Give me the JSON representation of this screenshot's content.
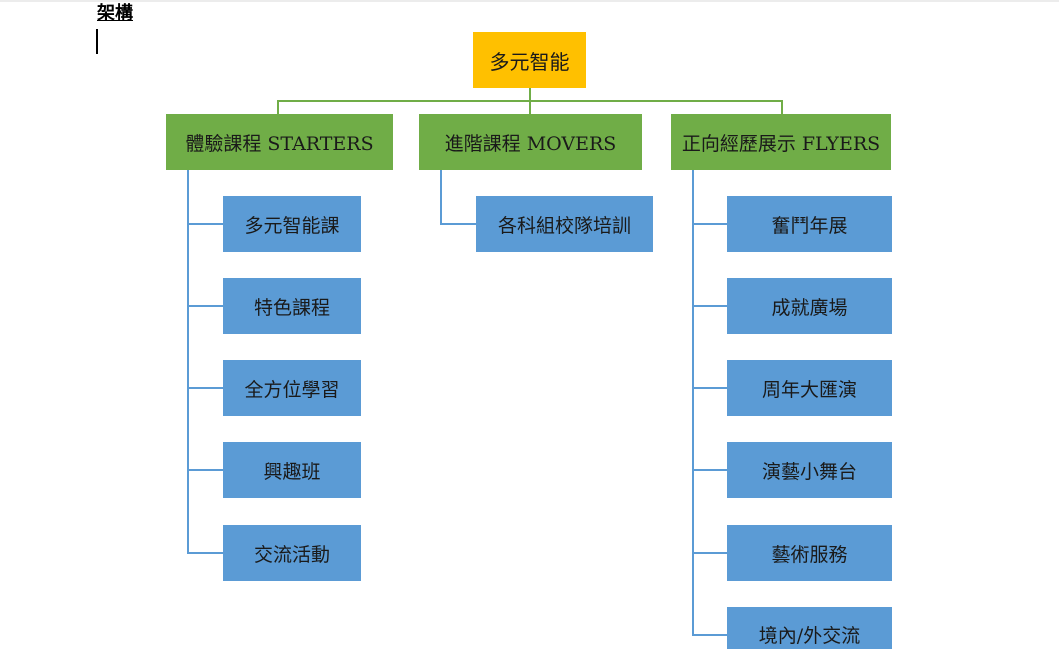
{
  "doc": {
    "heading": "架構"
  },
  "diagram": {
    "root": "多元智能",
    "colors": {
      "root": "#ffc000",
      "category": "#70ad47",
      "item": "#5b9bd5",
      "connector_green": "#70ad47",
      "connector_blue": "#5b9bd5"
    },
    "categories": [
      {
        "label": "體驗課程 STARTERS",
        "items": [
          "多元智能課",
          "特色課程",
          "全方位學習",
          "興趣班",
          "交流活動"
        ]
      },
      {
        "label": "進階課程 MOVERS",
        "items": [
          "各科組校隊培訓"
        ]
      },
      {
        "label": "正向經歷展示 FLYERS",
        "items": [
          "奮鬥年展",
          "成就廣場",
          "周年大匯演",
          "演藝小舞台",
          "藝術服務",
          "境內/外交流"
        ]
      }
    ]
  }
}
